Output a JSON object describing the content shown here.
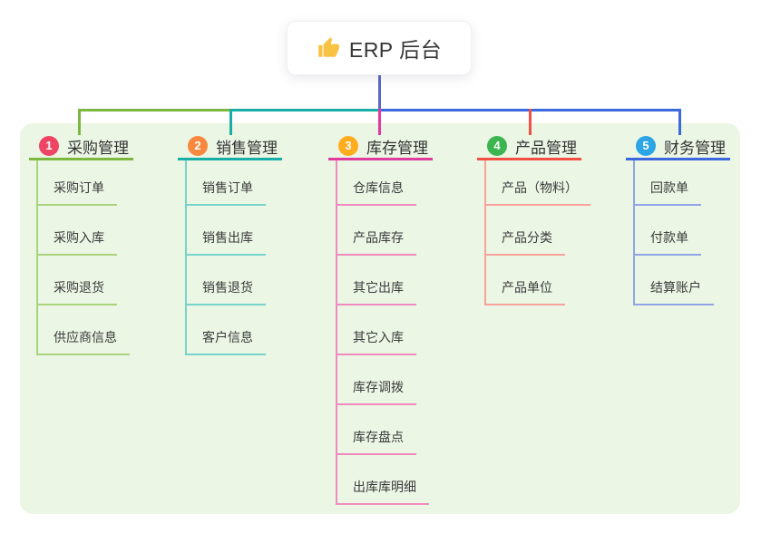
{
  "root": {
    "title": "ERP 后台",
    "icon": "thumbs-up-icon",
    "icon_color": "#f6c344"
  },
  "board": {
    "background": "#ebf6e5"
  },
  "connector": {
    "stem_color": "#5c68c8"
  },
  "branches": [
    {
      "number": "1",
      "label": "采购管理",
      "badge_color": "#ef4565",
      "line_color": "#7cb83f",
      "light_color": "#a9d37d",
      "children": [
        "采购订单",
        "采购入库",
        "采购退货",
        "供应商信息"
      ]
    },
    {
      "number": "2",
      "label": "销售管理",
      "badge_color": "#f8883e",
      "line_color": "#18aea6",
      "light_color": "#77d4ca",
      "children": [
        "销售订单",
        "销售出库",
        "销售退货",
        "客户信息"
      ]
    },
    {
      "number": "3",
      "label": "库存管理",
      "badge_color": "#ffad1e",
      "line_color": "#df3c9d",
      "light_color": "#f18bbf",
      "children": [
        "仓库信息",
        "产品库存",
        "其它出库",
        "其它入库",
        "库存调拨",
        "库存盘点",
        "出库库明细"
      ]
    },
    {
      "number": "4",
      "label": "产品管理",
      "badge_color": "#3cb44f",
      "line_color": "#f25043",
      "light_color": "#f8a29a",
      "children": [
        "产品（物料）",
        "产品分类",
        "产品单位"
      ]
    },
    {
      "number": "5",
      "label": "财务管理",
      "badge_color": "#2ba5e5",
      "line_color": "#3b68df",
      "light_color": "#90a5e5",
      "children": [
        "回款单",
        "付款单",
        "结算账户"
      ]
    }
  ]
}
